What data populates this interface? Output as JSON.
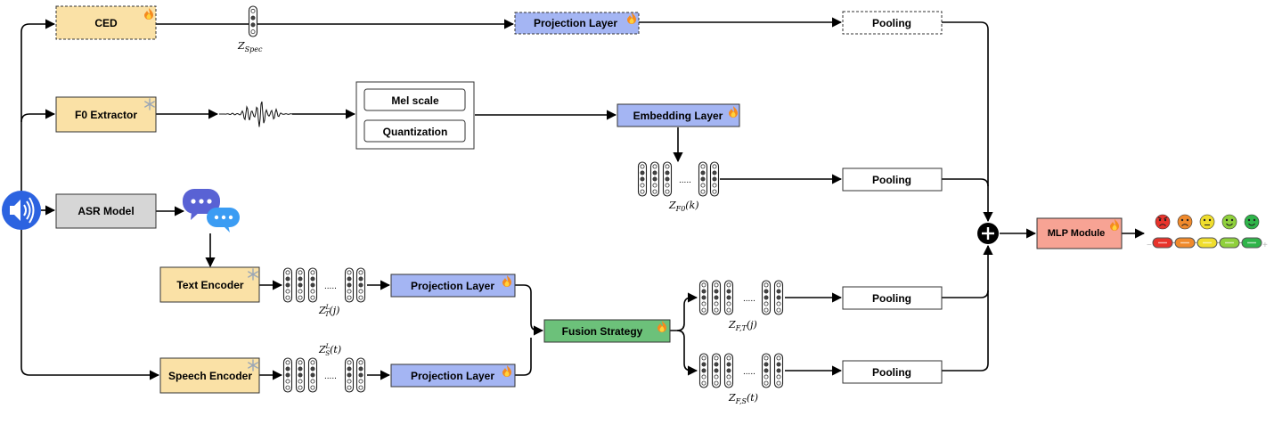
{
  "diagram": {
    "nodes": {
      "ced": "CED",
      "f0_extractor": "F0 Extractor",
      "asr_model": "ASR Model",
      "text_encoder": "Text Encoder",
      "speech_encoder": "Speech Encoder",
      "projection_top": "Projection Layer",
      "projection_text": "Projection Layer",
      "projection_speech": "Projection Layer",
      "mel_scale": "Mel scale",
      "quantization": "Quantization",
      "embedding_layer": "Embedding Layer",
      "fusion_strategy": "Fusion Strategy",
      "pooling_1": "Pooling",
      "pooling_2": "Pooling",
      "pooling_3": "Pooling",
      "pooling_4": "Pooling",
      "mlp_module": "MLP Module"
    },
    "ellipsis": ".....",
    "labels": {
      "z_spec": {
        "base": "Z",
        "sub": "Spec"
      },
      "z_f0": {
        "base": "Z",
        "sub": "F0",
        "arg": "(k)"
      },
      "z_t": {
        "base": "Z",
        "sub": "T",
        "sup": "L",
        "arg": "(j)"
      },
      "z_s": {
        "base": "Z",
        "sub": "S",
        "sup": "L",
        "arg": "(t)"
      },
      "z_ft": {
        "base": "Z",
        "sub": "F,T",
        "arg": "(j)"
      },
      "z_fs": {
        "base": "Z",
        "sub": "F,S",
        "arg": "(t)"
      }
    },
    "legend_scale": {
      "minus": "−",
      "plus": "+"
    },
    "colors": {
      "yellow": "#fae1a6",
      "blue": "#a4b5f3",
      "gray": "#d6d6d6",
      "green": "#6cc17a",
      "salmon": "#f7a394",
      "speaker": "#2c63e0",
      "chat_dark": "#5962d4",
      "chat_light": "#3b9cf3"
    },
    "icons": {
      "trainable": "flame-icon",
      "frozen": "snowflake-icon",
      "input": "speaker-icon",
      "transcript": "chat-bubbles-icon",
      "sum": "plus-circle-icon"
    },
    "emotions": [
      "angry",
      "sad",
      "neutral",
      "happy",
      "very-happy"
    ],
    "emotion_colors": [
      "#e8332b",
      "#f08a2c",
      "#f0de2e",
      "#8fd03c",
      "#2fb44a"
    ]
  }
}
